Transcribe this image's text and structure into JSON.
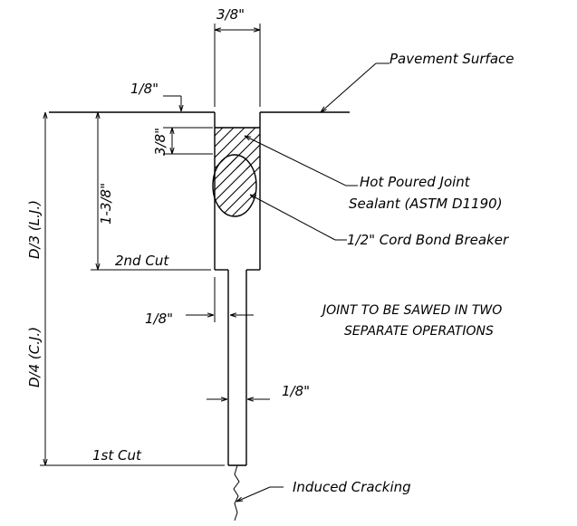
{
  "labels": {
    "top_width": "3/8\"",
    "pavement_surface": "Pavement Surface",
    "top_recess": "1/8\"",
    "sealant_depth": "3/8\"",
    "reservoir_depth": "1-3/8\"",
    "sealant_line1": "Hot Poured Joint",
    "sealant_line2": "Sealant (ASTM D1190)",
    "bond_breaker": "1/2\" Cord Bond Breaker",
    "lj_depth": "D/3 (L.J.)",
    "cj_depth": "D/4 (C.J.)",
    "second_cut": "2nd Cut",
    "first_cut": "1st Cut",
    "narrow_width_1": "1/8\"",
    "narrow_width_2": "1/8\"",
    "note_line1": "JOINT TO BE SAWED IN TWO",
    "note_line2": "SEPARATE OPERATIONS",
    "induced_cracking": "Induced Cracking"
  }
}
